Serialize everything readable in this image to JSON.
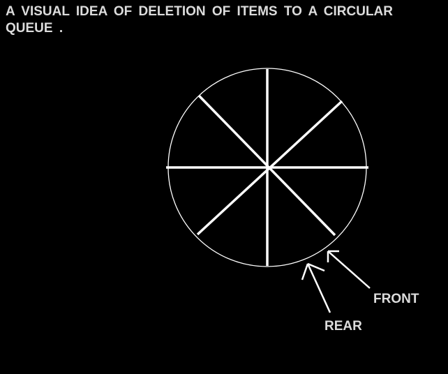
{
  "title": {
    "line1": "A VISUAL IDEA OF DELETION OF ITEMS TO A CIRCULAR",
    "line2": "QUEUE ."
  },
  "labels": {
    "front": "FRONT",
    "rear": "REAR"
  },
  "queue": {
    "slots": 8
  },
  "colors": {
    "background": "#000000",
    "stroke": "#ffffff",
    "text": "#dcdcdc"
  }
}
